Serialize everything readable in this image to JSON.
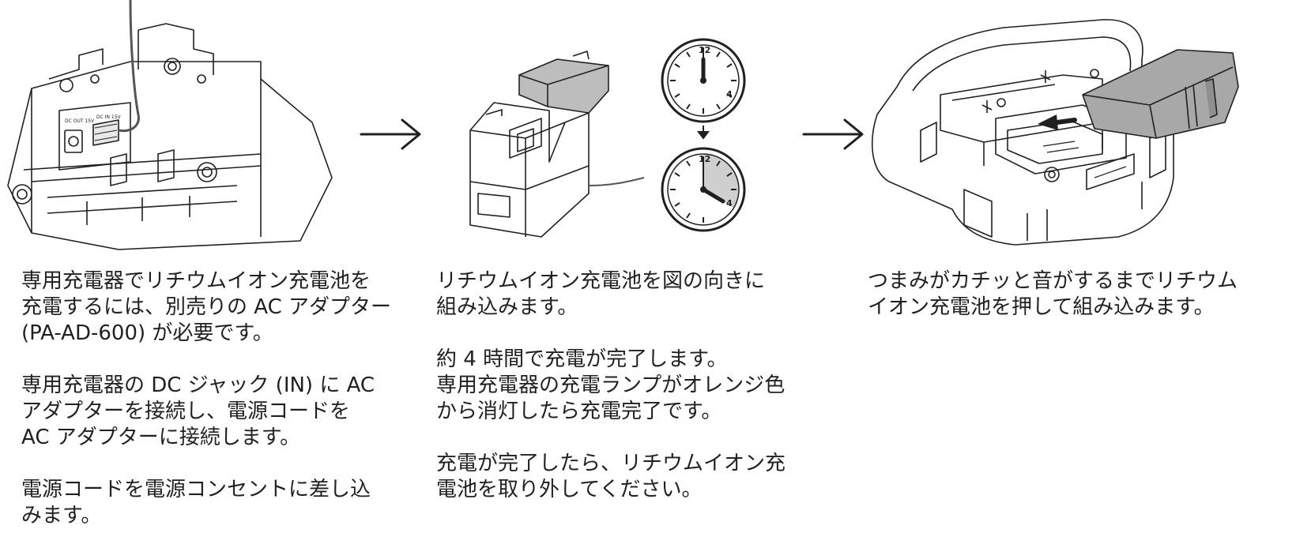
{
  "steps": [
    {
      "paragraphs": [
        "専用充電器でリチウムイオン充電池を\n充電するには、別売りの AC アダプター\n(PA-AD-600) が必要です。",
        "専用充電器の DC ジャック (IN) に AC\nアダプターを接続し、電源コードを\nAC アダプターに接続します。",
        "電源コードを電源コンセントに差し込\nみます。"
      ],
      "illustration_labels": {
        "dc_out": "DC OUT 15V",
        "dc_in": "DC IN 15V"
      }
    },
    {
      "paragraphs": [
        "リチウムイオン充電池を図の向きに\n組み込みます。",
        "約 4 時間で充電が完了します。\n専用充電器の充電ランプがオレンジ色\nから消灯したら充電完了です。",
        "充電が完了したら、リチウムイオン充\n電池を取り外してください。"
      ],
      "clock_labels": {
        "twelve": "12",
        "four": "4"
      }
    },
    {
      "paragraphs": [
        "つまみがカチッと音がするまでリチウム\nイオン充電池を押して組み込みます。"
      ]
    }
  ]
}
